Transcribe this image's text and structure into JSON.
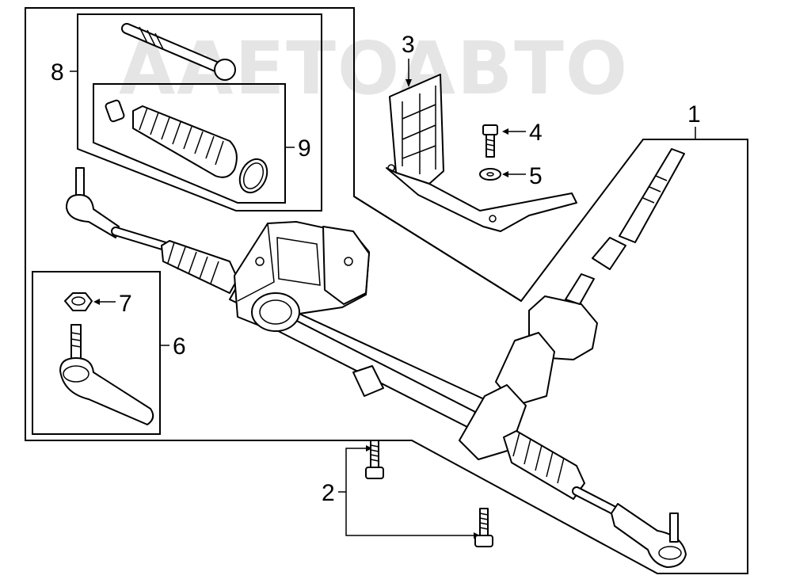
{
  "watermark": "AAETOABTO",
  "callouts": {
    "c1": "1",
    "c2": "2",
    "c3": "3",
    "c4": "4",
    "c5": "5",
    "c6": "6",
    "c7": "7",
    "c8": "8",
    "c9": "9"
  }
}
